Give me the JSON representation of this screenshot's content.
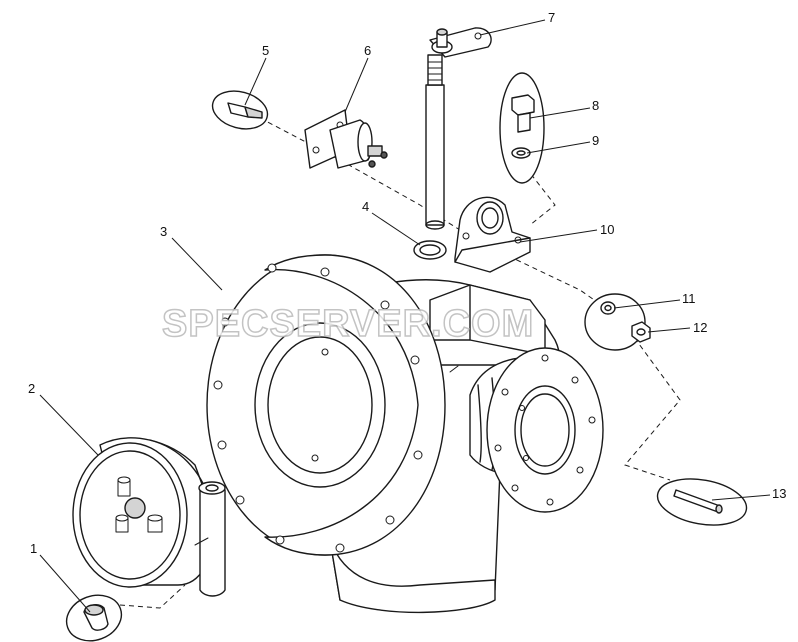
{
  "watermark": "SPECSERVER.COM",
  "callouts": [
    {
      "number": "1"
    },
    {
      "number": "2"
    },
    {
      "number": "3"
    },
    {
      "number": "4"
    },
    {
      "number": "5"
    },
    {
      "number": "6"
    },
    {
      "number": "7"
    },
    {
      "number": "8"
    },
    {
      "number": "9"
    },
    {
      "number": "10"
    },
    {
      "number": "11"
    },
    {
      "number": "12"
    },
    {
      "number": "13"
    }
  ]
}
